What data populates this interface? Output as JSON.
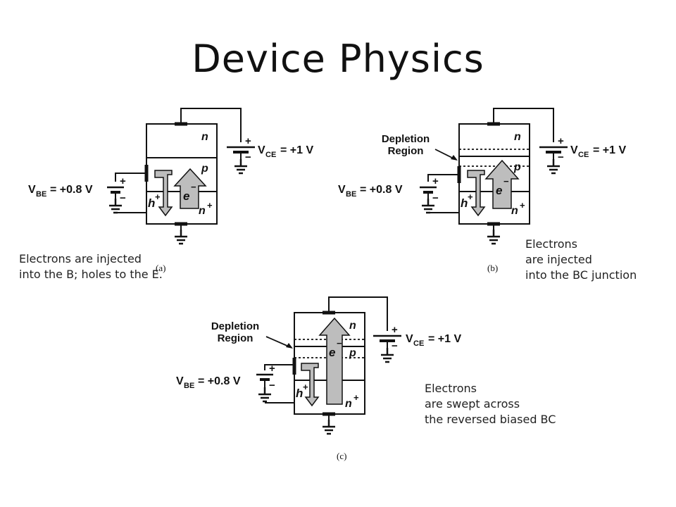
{
  "slide": {
    "title": "Device Physics"
  },
  "labels": {
    "vbe_main": "V",
    "vbe_sub": "BE",
    "vbe_value": "= +0.8 V",
    "vce_main": "V",
    "vce_sub": "CE",
    "vce_value": "= +1 V",
    "plus": "+",
    "minus": "−",
    "n": "n",
    "p": "p",
    "e": "e",
    "h": "h",
    "depletion_line1": "Depletion",
    "depletion_line2": "Region"
  },
  "panels": [
    {
      "id": "a",
      "figure_label": "(a)",
      "caption": "Electrons are injected\ninto the B; holes to the E."
    },
    {
      "id": "b",
      "figure_label": "(b)",
      "caption": "Electrons\nare injected\ninto the BC junction"
    },
    {
      "id": "c",
      "figure_label": "(c)",
      "caption": "Electrons\nare swept across\nthe reversed biased BC"
    }
  ]
}
